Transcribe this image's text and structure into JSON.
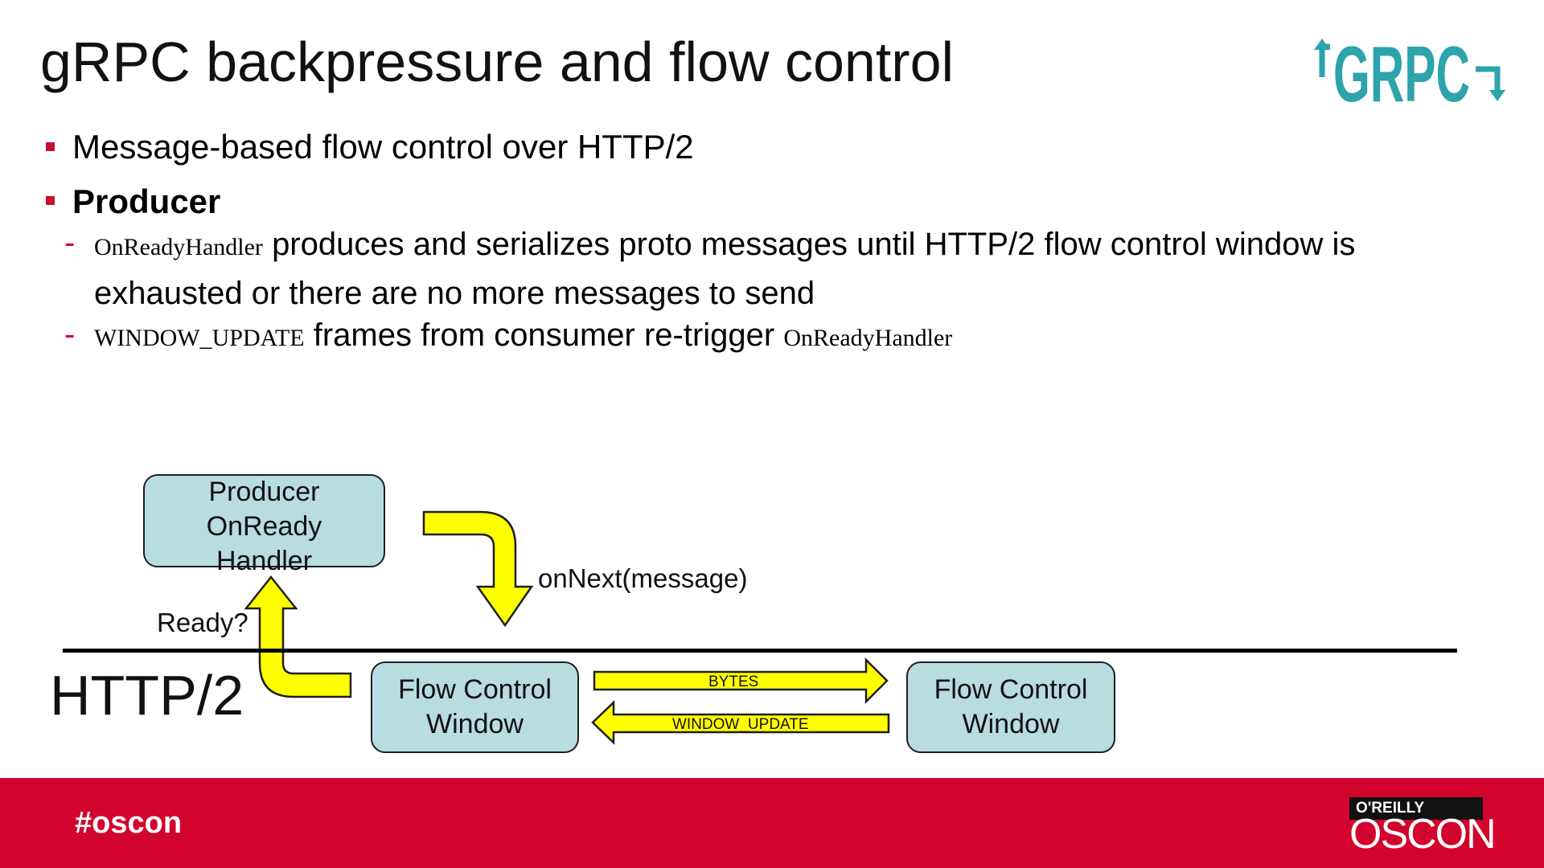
{
  "title": "gRPC backpressure and flow control",
  "logo": {
    "text": "GRPC",
    "color": "#2da3ab"
  },
  "bullets": [
    {
      "text": "Message-based flow control over HTTP/2"
    },
    {
      "text": "Producer"
    }
  ],
  "subbullets": {
    "line1_code": "OnReadyHandler",
    "line1_text": "produces and serializes proto messages until HTTP/2 flow control window is",
    "line1_cont": "exhausted or there are no more messages to send",
    "line2_code": "WINDOW_UPDATE",
    "line2_text": "frames from consumer re-trigger",
    "line2_code2": "OnReadyHandler"
  },
  "diagram": {
    "producer_box": [
      "Producer",
      "OnReady",
      "Handler"
    ],
    "left_window": [
      "Flow Control",
      "Window"
    ],
    "right_window": [
      "Flow Control",
      "Window"
    ],
    "on_next_label": "onNext(message)",
    "ready_label": "Ready?",
    "bytes_label": "BYTES",
    "window_update_label": "WINDOW_UPDATE",
    "http2_label": "HTTP/2"
  },
  "colors": {
    "accent_red": "#c8102e",
    "box_fill": "#b8dce0",
    "arrow_fill": "#ffff00",
    "footer": "#d2042d"
  },
  "footer": {
    "hashtag": "#oscon",
    "brand_top": "O'REILLY",
    "brand_bottom": "OSCON"
  }
}
